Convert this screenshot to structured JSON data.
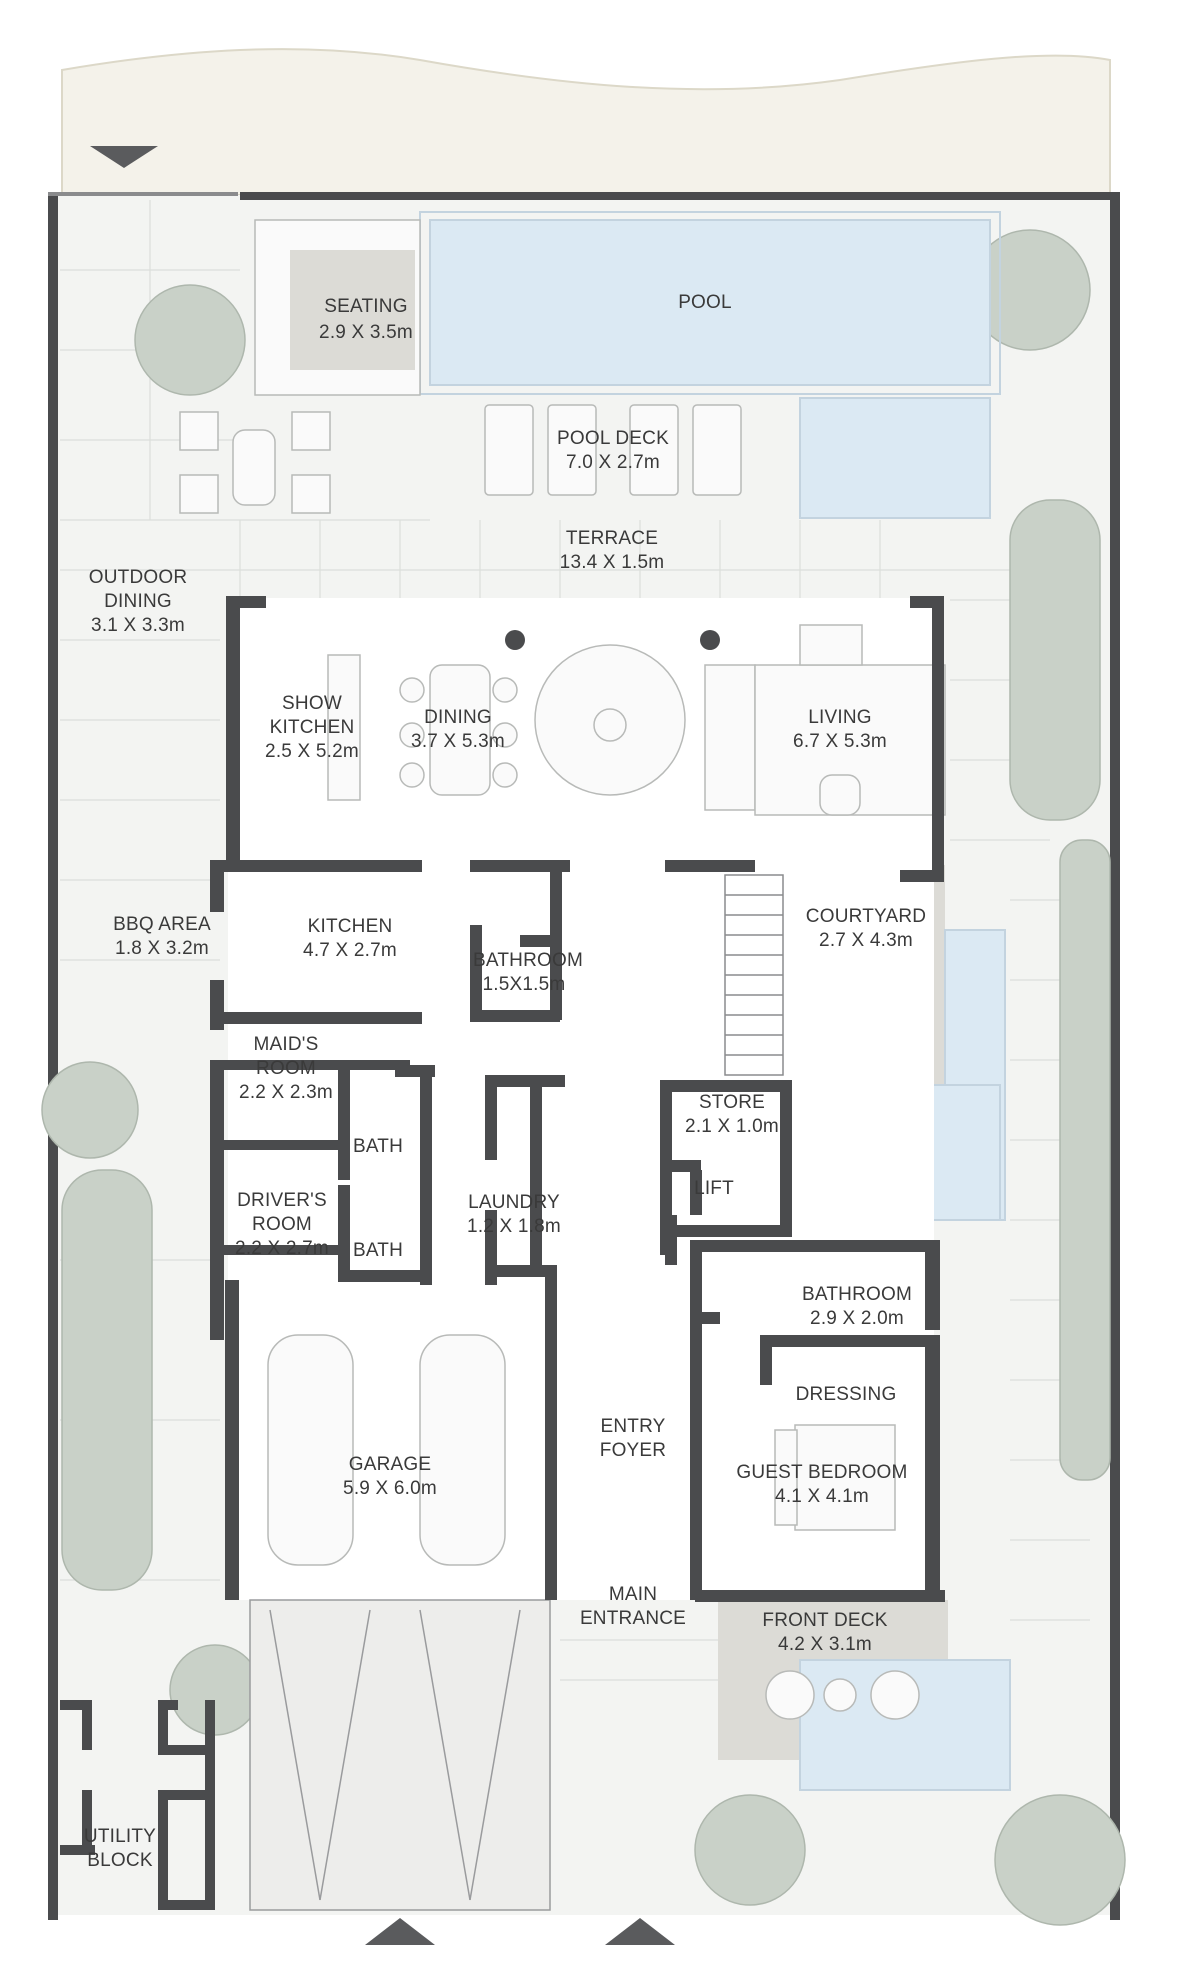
{
  "rooms": {
    "seating": {
      "name": "SEATING",
      "size": "2.9 X 3.5m"
    },
    "pool": {
      "name": "POOL"
    },
    "pool_deck": {
      "name": "POOL DECK",
      "size": "7.0 X 2.7m"
    },
    "terrace": {
      "name": "TERRACE",
      "size": "13.4 X 1.5m"
    },
    "outdoor_dining": {
      "name1": "OUTDOOR",
      "name2": "DINING",
      "size": "3.1 X 3.3m"
    },
    "show_kitchen": {
      "name1": "SHOW",
      "name2": "KITCHEN",
      "size": "2.5 X 5.2m"
    },
    "dining": {
      "name": "DINING",
      "size": "3.7 X 5.3m"
    },
    "living": {
      "name": "LIVING",
      "size": "6.7 X 5.3m"
    },
    "bbq_area": {
      "name": "BBQ AREA",
      "size": "1.8 X 3.2m"
    },
    "kitchen": {
      "name": "KITCHEN",
      "size": "4.7 X 2.7m"
    },
    "bathroom_small": {
      "name": "BATHROOM",
      "size": "1.5X1.5m"
    },
    "courtyard": {
      "name": "COURTYARD",
      "size": "2.7 X 4.3m"
    },
    "maids_room": {
      "name1": "MAID'S",
      "name2": "ROOM",
      "size": "2.2 X 2.3m"
    },
    "bath_1": {
      "name": "BATH"
    },
    "store": {
      "name": "STORE",
      "size": "2.1 X 1.0m"
    },
    "lift": {
      "name": "LIFT"
    },
    "drivers_room": {
      "name1": "DRIVER'S",
      "name2": "ROOM",
      "size": "2.2 X 2.7m"
    },
    "bath_2": {
      "name": "BATH"
    },
    "laundry": {
      "name": "LAUNDRY",
      "size": "1.2 X 1.8m"
    },
    "bathroom_guest": {
      "name": "BATHROOM",
      "size": "2.9 X 2.0m"
    },
    "dressing": {
      "name": "DRESSING"
    },
    "entry_foyer": {
      "name1": "ENTRY",
      "name2": "FOYER"
    },
    "garage": {
      "name": "GARAGE",
      "size": "5.9 X 6.0m"
    },
    "guest_bedroom": {
      "name": "GUEST BEDROOM",
      "size": "4.1 X 4.1m"
    },
    "main_entrance": {
      "name1": "MAIN",
      "name2": "ENTRANCE"
    },
    "front_deck": {
      "name": "FRONT DECK",
      "size": "4.2 X 3.1m"
    },
    "utility_block": {
      "name1": "UTILITY",
      "name2": "BLOCK"
    }
  },
  "colors": {
    "wall": "#4a4b4d",
    "pool": "#dbe9f3",
    "beach": "#f4f2ea",
    "paving": "#f0f1ef",
    "greenery": "#c9d1c8",
    "deck": "#dcdbd6"
  },
  "icons": {
    "entrance_markers": "triangle-up-icon",
    "sea_marker": "triangle-down-icon"
  }
}
